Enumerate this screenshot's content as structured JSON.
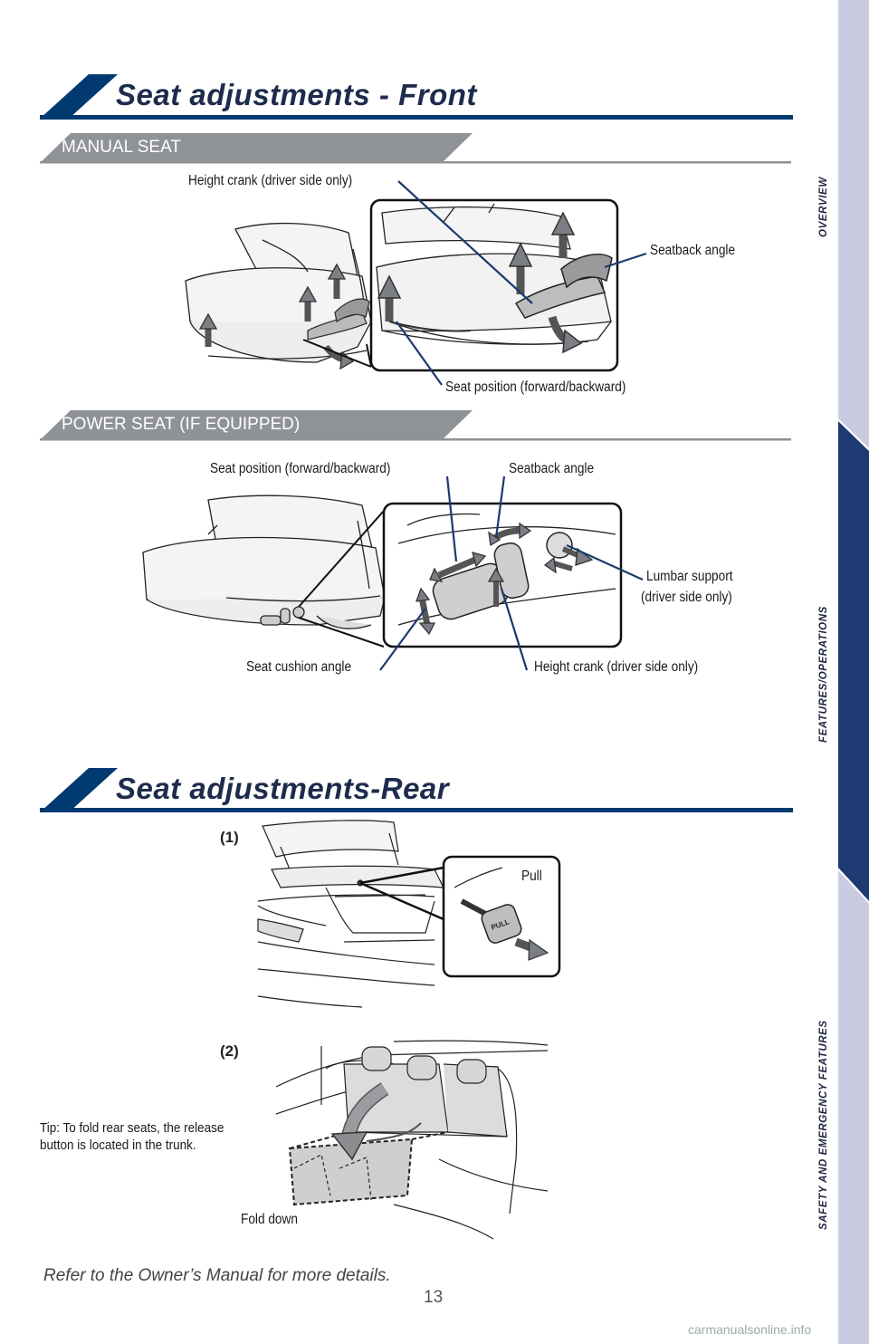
{
  "front": {
    "title": "Seat adjustments - Front",
    "manual": {
      "subtitle": "MANUAL SEAT",
      "height_crank": "Height crank (driver side only)",
      "seatback": "Seatback angle",
      "position": "Seat position (forward/backward)"
    },
    "power": {
      "subtitle": "POWER SEAT (IF EQUIPPED)",
      "position": "Seat position (forward/backward)",
      "seatback": "Seatback angle",
      "lumbar_line1": "Lumbar support",
      "lumbar_line2": "(driver side only)",
      "cushion": "Seat cushion angle",
      "height_crank": "Height crank (driver side only)"
    }
  },
  "rear": {
    "title": "Seat adjustments-Rear",
    "step1": "(1)",
    "pull": "Pull",
    "knob_text": "PULL",
    "step2": "(2)",
    "tip": "Tip: To fold rear seats, the release button is located in the trunk.",
    "fold_down": "Fold down"
  },
  "footnote": "Refer to the Owner’s Manual for more details.",
  "page_number": "13",
  "watermark": "carmanualsonline.info",
  "sidebar": {
    "tabs": [
      "OVERVIEW",
      "FEATURES/OPERATIONS",
      "SAFETY AND EMERGENCY FEATURES"
    ],
    "active_tab": "FEATURES/OPERATIONS"
  },
  "colors": {
    "navy": "#003a70",
    "title": "#1d2c4c",
    "grey_band": "#8f9296",
    "sidebar": "#c9cce0",
    "arrow": "#7b7e84"
  }
}
